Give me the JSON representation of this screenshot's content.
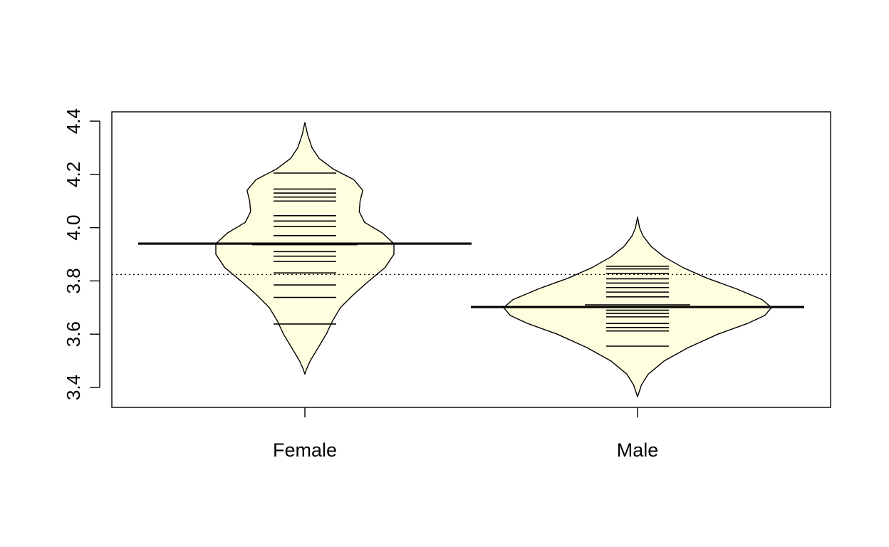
{
  "chart_data": {
    "type": "beanplot",
    "title": "",
    "xlabel": "",
    "ylabel": "",
    "ylim": [
      3.325,
      4.435
    ],
    "y_ticks": [
      "3.4",
      "3.6",
      "3.8",
      "4.0",
      "4.2",
      "4.4"
    ],
    "y_tick_values": [
      3.4,
      3.6,
      3.8,
      4.0,
      4.2,
      4.4
    ],
    "categories": [
      "Female",
      "Male"
    ],
    "overall_mean": 3.824,
    "fill_color": "#FFFFE0",
    "line_color": "#000000",
    "grid": false,
    "groups": [
      {
        "name": "Female",
        "mean": 3.94,
        "min": 3.45,
        "max": 4.395,
        "density_profile": [
          [
            3.45,
            0.0
          ],
          [
            3.47,
            0.02
          ],
          [
            3.5,
            0.06
          ],
          [
            3.55,
            0.15
          ],
          [
            3.6,
            0.24
          ],
          [
            3.65,
            0.31
          ],
          [
            3.7,
            0.4
          ],
          [
            3.75,
            0.55
          ],
          [
            3.8,
            0.72
          ],
          [
            3.85,
            0.9
          ],
          [
            3.9,
            1.0
          ],
          [
            3.94,
            1.0
          ],
          [
            3.98,
            0.87
          ],
          [
            4.02,
            0.67
          ],
          [
            4.06,
            0.61
          ],
          [
            4.1,
            0.62
          ],
          [
            4.14,
            0.65
          ],
          [
            4.18,
            0.55
          ],
          [
            4.22,
            0.32
          ],
          [
            4.26,
            0.16
          ],
          [
            4.3,
            0.08
          ],
          [
            4.35,
            0.03
          ],
          [
            4.395,
            0.0
          ]
        ],
        "observations": [
          [
            3.638,
            1
          ],
          [
            3.738,
            1
          ],
          [
            3.785,
            1
          ],
          [
            3.83,
            1
          ],
          [
            3.873,
            1
          ],
          [
            3.893,
            1
          ],
          [
            3.91,
            1
          ],
          [
            3.936,
            2
          ],
          [
            3.97,
            1
          ],
          [
            4.005,
            1
          ],
          [
            4.025,
            1
          ],
          [
            4.045,
            1
          ],
          [
            4.1,
            1
          ],
          [
            4.115,
            1
          ],
          [
            4.13,
            1
          ],
          [
            4.145,
            1
          ],
          [
            4.205,
            1
          ]
        ]
      },
      {
        "name": "Male",
        "mean": 3.702,
        "min": 3.365,
        "max": 4.04,
        "density_profile": [
          [
            3.365,
            0.0
          ],
          [
            3.38,
            0.01
          ],
          [
            3.41,
            0.03
          ],
          [
            3.45,
            0.08
          ],
          [
            3.5,
            0.2
          ],
          [
            3.55,
            0.38
          ],
          [
            3.6,
            0.6
          ],
          [
            3.64,
            0.82
          ],
          [
            3.67,
            0.95
          ],
          [
            3.7,
            1.0
          ],
          [
            3.73,
            0.93
          ],
          [
            3.77,
            0.74
          ],
          [
            3.81,
            0.52
          ],
          [
            3.85,
            0.34
          ],
          [
            3.89,
            0.2
          ],
          [
            3.93,
            0.1
          ],
          [
            3.97,
            0.04
          ],
          [
            4.0,
            0.015
          ],
          [
            4.04,
            0.0
          ]
        ],
        "observations": [
          [
            3.555,
            1
          ],
          [
            3.612,
            1
          ],
          [
            3.625,
            1
          ],
          [
            3.64,
            1
          ],
          [
            3.665,
            1
          ],
          [
            3.678,
            1
          ],
          [
            3.69,
            1
          ],
          [
            3.71,
            2
          ],
          [
            3.74,
            1
          ],
          [
            3.758,
            1
          ],
          [
            3.775,
            1
          ],
          [
            3.792,
            1
          ],
          [
            3.808,
            1
          ],
          [
            3.828,
            1
          ],
          [
            3.845,
            1
          ],
          [
            3.855,
            1
          ]
        ]
      }
    ]
  }
}
